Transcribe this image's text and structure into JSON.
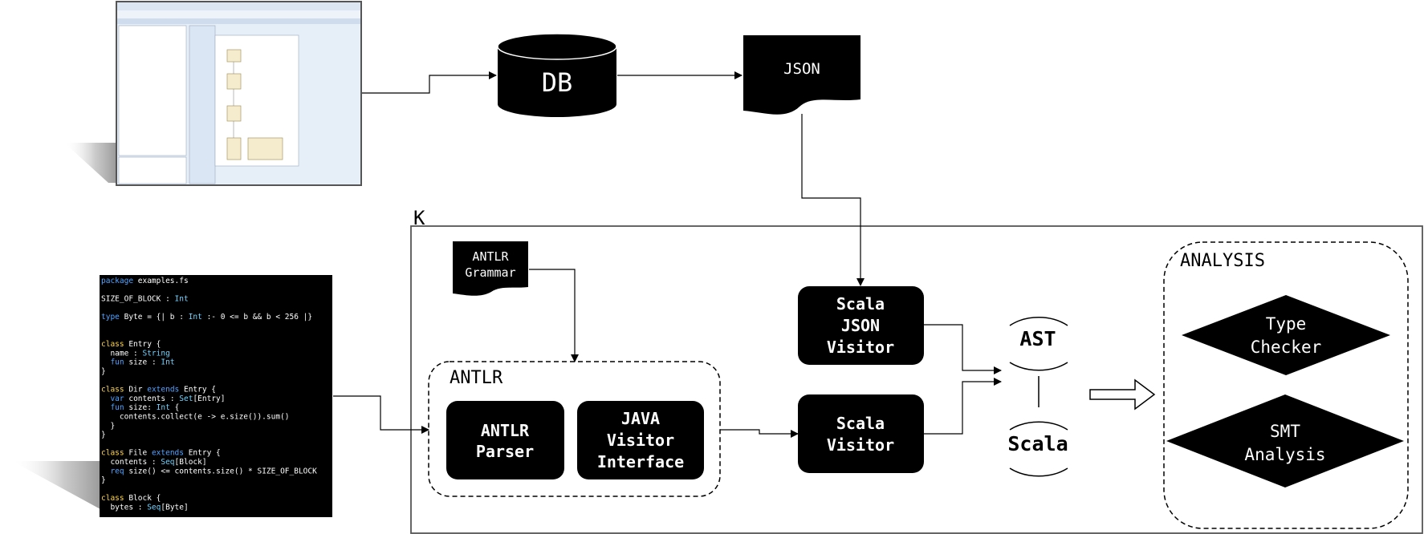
{
  "nodes": {
    "db": "DB",
    "json": "JSON",
    "antlr_grammar": [
      "ANTLR",
      "Grammar"
    ],
    "scala_json_visitor": [
      "Scala",
      "JSON",
      "Visitor"
    ],
    "scala_visitor": [
      "Scala",
      "Visitor"
    ],
    "antlr_parser": [
      "ANTLR",
      "Parser"
    ],
    "java_visitor_interface": [
      "JAVA",
      "Visitor",
      "Interface"
    ],
    "ast": "AST",
    "scala": "Scala",
    "type_checker": [
      "Type",
      "Checker"
    ],
    "smt_analysis": [
      "SMT",
      "Analysis"
    ]
  },
  "groups": {
    "k": "K",
    "antlr": "ANTLR",
    "analysis": "ANALYSIS"
  },
  "code": [
    [
      {
        "t": "package",
        "c": "#4fa3ff"
      },
      {
        "t": " examples.fs",
        "c": "#ffffff"
      }
    ],
    [],
    [
      {
        "t": "SIZE_OF_BLOCK : ",
        "c": "#ffffff"
      },
      {
        "t": "Int",
        "c": "#6fd3ff"
      }
    ],
    [],
    [
      {
        "t": "type",
        "c": "#4fa3ff"
      },
      {
        "t": " Byte = {| b : ",
        "c": "#ffffff"
      },
      {
        "t": "Int",
        "c": "#6fd3ff"
      },
      {
        "t": " :- 0 <= b && b < 256 |}",
        "c": "#ffffff"
      }
    ],
    [],
    [],
    [
      {
        "t": "class",
        "c": "#ffd84a"
      },
      {
        "t": " Entry {",
        "c": "#ffffff"
      }
    ],
    [
      {
        "t": "  name : ",
        "c": "#ffffff"
      },
      {
        "t": "String",
        "c": "#6fd3ff"
      }
    ],
    [
      {
        "t": "  ",
        "c": "#ffffff"
      },
      {
        "t": "fun",
        "c": "#4fa3ff"
      },
      {
        "t": " size : ",
        "c": "#ffffff"
      },
      {
        "t": "Int",
        "c": "#6fd3ff"
      }
    ],
    [
      {
        "t": "}",
        "c": "#ffffff"
      }
    ],
    [],
    [
      {
        "t": "class",
        "c": "#ffd84a"
      },
      {
        "t": " Dir ",
        "c": "#ffffff"
      },
      {
        "t": "extends",
        "c": "#4fa3ff"
      },
      {
        "t": " Entry {",
        "c": "#ffffff"
      }
    ],
    [
      {
        "t": "  ",
        "c": "#ffffff"
      },
      {
        "t": "var",
        "c": "#4fa3ff"
      },
      {
        "t": " contents : ",
        "c": "#ffffff"
      },
      {
        "t": "Set",
        "c": "#6fd3ff"
      },
      {
        "t": "[Entry]",
        "c": "#ffffff"
      }
    ],
    [
      {
        "t": "  ",
        "c": "#ffffff"
      },
      {
        "t": "fun",
        "c": "#4fa3ff"
      },
      {
        "t": " size: ",
        "c": "#ffffff"
      },
      {
        "t": "Int",
        "c": "#6fd3ff"
      },
      {
        "t": " {",
        "c": "#ffffff"
      }
    ],
    [
      {
        "t": "    contents.collect(e -> e.size()).sum()",
        "c": "#ffffff"
      }
    ],
    [
      {
        "t": "  }",
        "c": "#ffffff"
      }
    ],
    [
      {
        "t": "}",
        "c": "#ffffff"
      }
    ],
    [],
    [
      {
        "t": "class",
        "c": "#ffd84a"
      },
      {
        "t": " File ",
        "c": "#ffffff"
      },
      {
        "t": "extends",
        "c": "#4fa3ff"
      },
      {
        "t": " Entry {",
        "c": "#ffffff"
      }
    ],
    [
      {
        "t": "  contents : ",
        "c": "#ffffff"
      },
      {
        "t": "Seq",
        "c": "#6fd3ff"
      },
      {
        "t": "[Block]",
        "c": "#ffffff"
      }
    ],
    [
      {
        "t": "  ",
        "c": "#ffffff"
      },
      {
        "t": "req",
        "c": "#4fa3ff"
      },
      {
        "t": " size() <= contents.size() * SIZE_OF_BLOCK",
        "c": "#ffffff"
      }
    ],
    [
      {
        "t": "}",
        "c": "#ffffff"
      }
    ],
    [],
    [
      {
        "t": "class",
        "c": "#ffd84a"
      },
      {
        "t": " Block {",
        "c": "#ffffff"
      }
    ],
    [
      {
        "t": "  bytes : ",
        "c": "#ffffff"
      },
      {
        "t": "Seq",
        "c": "#6fd3ff"
      },
      {
        "t": "[Byte]",
        "c": "#ffffff"
      }
    ]
  ],
  "colors": {
    "node_fill": "#000000",
    "node_text": "#ffffff",
    "code_bg": "#000000",
    "ide_bg": "#dfe8f3"
  }
}
